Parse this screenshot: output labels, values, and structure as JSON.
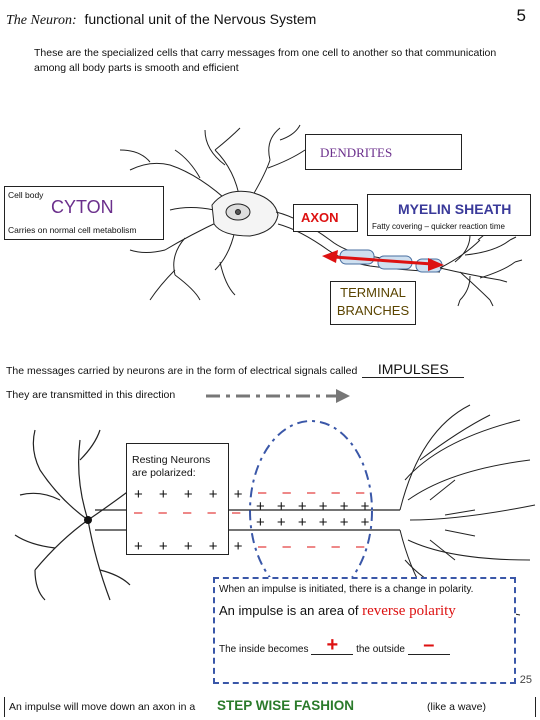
{
  "header": {
    "title_italic": "The Neuron:",
    "title_rest": "functional unit of the Nervous System",
    "page_number": "5"
  },
  "intro": "These are the specialized cells that carry messages from one cell to another so that communication among all body parts is smooth and efficient",
  "labels": {
    "dendrites": "DENDRITES",
    "cell_body": "Cell body",
    "cyton": "CYTON",
    "cell_metabolism": "Carries on normal cell metabolism",
    "axon": "AXON",
    "myelin": "MYELIN SHEATH",
    "myelin_sub": "Fatty covering – quicker reaction time",
    "terminal_1": "TERMINAL",
    "terminal_2": "BRANCHES"
  },
  "impulses": {
    "sentence": "The messages carried by neurons are in the form of electrical signals called",
    "answer": "IMPULSES",
    "direction": "They are transmitted in this direction"
  },
  "resting": {
    "label_1": "Resting Neurons",
    "label_2": "are polarized:",
    "plus_top": "+ + + + +",
    "minus_top": "– – – – –",
    "plus_bottom": "+ + + + +",
    "reversed_minus_top": "– – – – –",
    "reversed_plus_top": "+ + + + + +",
    "reversed_plus_bottom": "+ + + + + +",
    "reversed_minus_bottom": "– – – – –"
  },
  "polarity": {
    "line1": "When an impulse is initiated, there is a change in polarity.",
    "line2_a": "An impulse is an area of",
    "line2_b": "reverse polarity",
    "line3_a": "The inside becomes",
    "plus_answer": "+",
    "line3_b": "the outside",
    "minus_answer": "–"
  },
  "footer": {
    "page": "25",
    "a": "An impulse will move down an axon in a",
    "b": "STEP WISE FASHION",
    "c": "(like a wave)"
  },
  "colors": {
    "purple": "#6b2f8c",
    "red": "#d11111",
    "blue": "#3a57a8",
    "green": "#2a7a2a"
  }
}
